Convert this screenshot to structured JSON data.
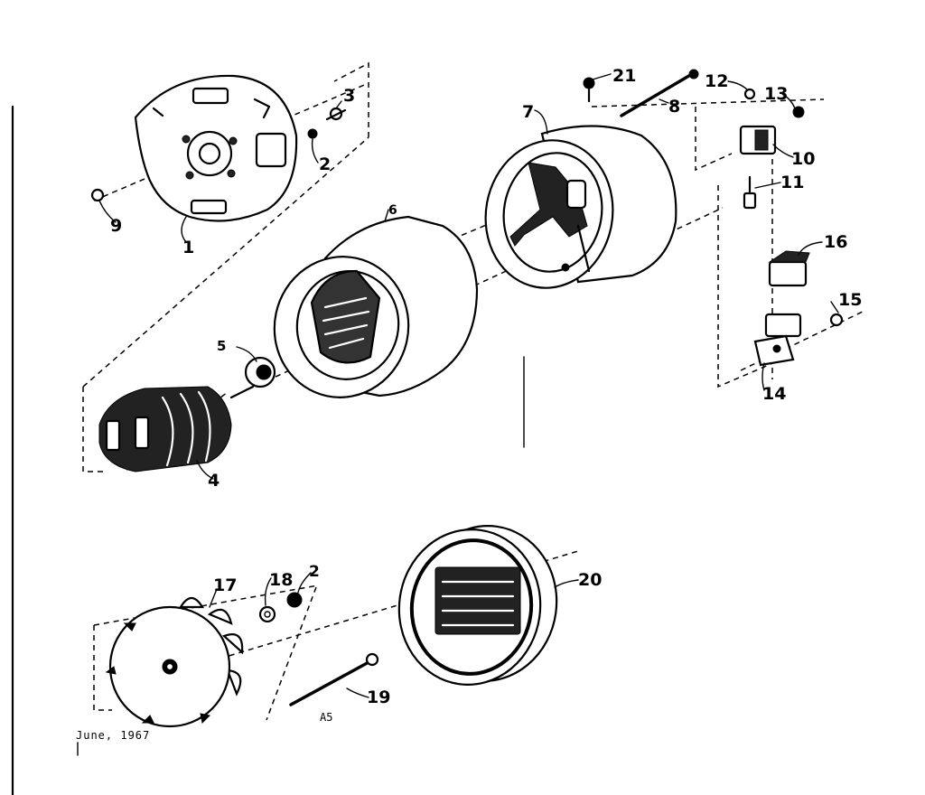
{
  "diagram": {
    "callouts": {
      "c1": "1",
      "c2a": "2",
      "c2b": "2",
      "c3": "3",
      "c4": "4",
      "c5": "5",
      "c6": "6",
      "c7": "7",
      "c8": "8",
      "c9": "9",
      "c10": "10",
      "c11": "11",
      "c12": "12",
      "c13": "13",
      "c14": "14",
      "c15": "15",
      "c16": "16",
      "c17": "17",
      "c18": "18",
      "c19": "19",
      "c20": "20",
      "c21": "21"
    },
    "code": "A5",
    "date": "June, 1967"
  }
}
